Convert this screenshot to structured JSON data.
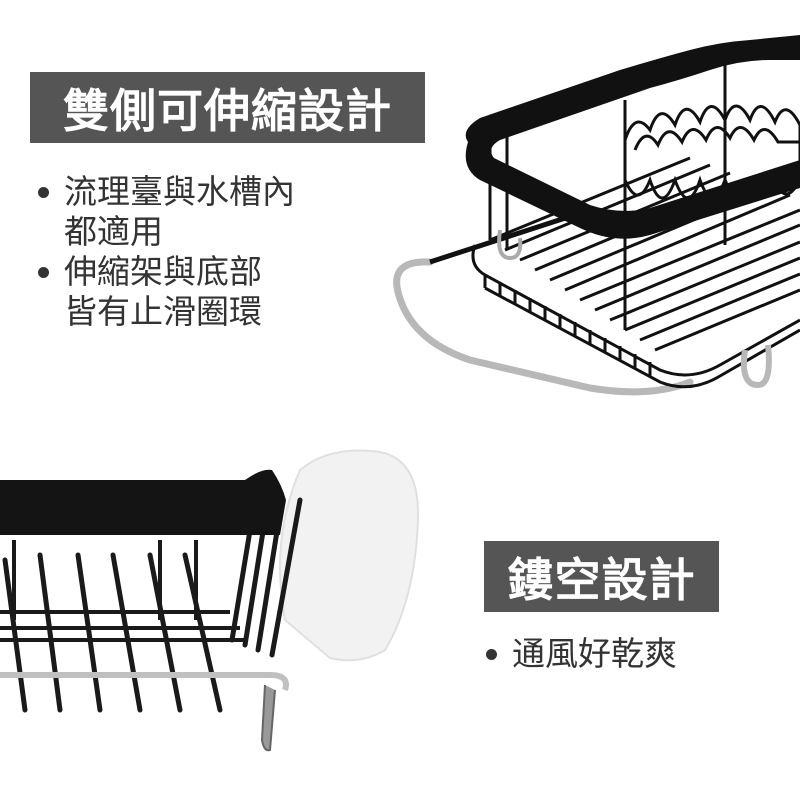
{
  "sections": [
    {
      "title": "雙側可伸縮設計",
      "bullets": [
        {
          "lines": [
            "流理臺與水槽內",
            "都適用"
          ]
        },
        {
          "lines": [
            "伸縮架與底部",
            "皆有止滑圈環"
          ]
        }
      ]
    },
    {
      "title": "鏤空設計",
      "bullets": [
        {
          "lines": [
            "通風好乾爽"
          ]
        }
      ]
    }
  ],
  "images": [
    {
      "icon": "dish-rack-extended-icon"
    },
    {
      "icon": "dish-rack-side-with-glass-icon"
    }
  ],
  "colors": {
    "title_bg": "#555555",
    "title_text": "#ffffff",
    "body_text": "#333333",
    "rack_black": "#111111",
    "chrome": "#b8b8b8"
  }
}
